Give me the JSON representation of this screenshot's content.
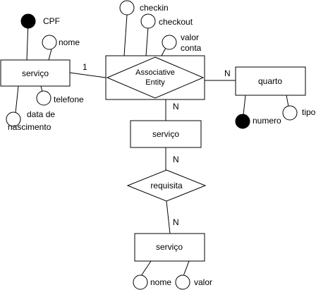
{
  "diagram": {
    "entities": {
      "servico_left": "serviço",
      "quarto": "quarto",
      "servico_middle": "serviço",
      "servico_bottom": "serviço"
    },
    "associative_entity": {
      "line1": "Associative",
      "line2": "Entity"
    },
    "relationship": {
      "requisita": "requisita"
    },
    "attributes": {
      "cpf": "CPF",
      "nome_left": "nome",
      "telefone": "telefone",
      "data_line1": "data de",
      "data_line2": "nascimento",
      "checkin": "checkin",
      "checkout": "checkout",
      "valor_conta_line1": "valor",
      "valor_conta_line2": "conta",
      "numero": "numero",
      "tipo": "tipo",
      "nome_bottom": "nome",
      "valor_bottom": "valor"
    },
    "cardinalities": {
      "servico_to_assoc": "1",
      "assoc_to_quarto": "N",
      "assoc_to_servico": "N",
      "requisita_top": "N",
      "requisita_bottom": "N"
    },
    "colors": {
      "stroke": "#000000",
      "fill": "#ffffff",
      "key_attribute": "#000000"
    }
  }
}
